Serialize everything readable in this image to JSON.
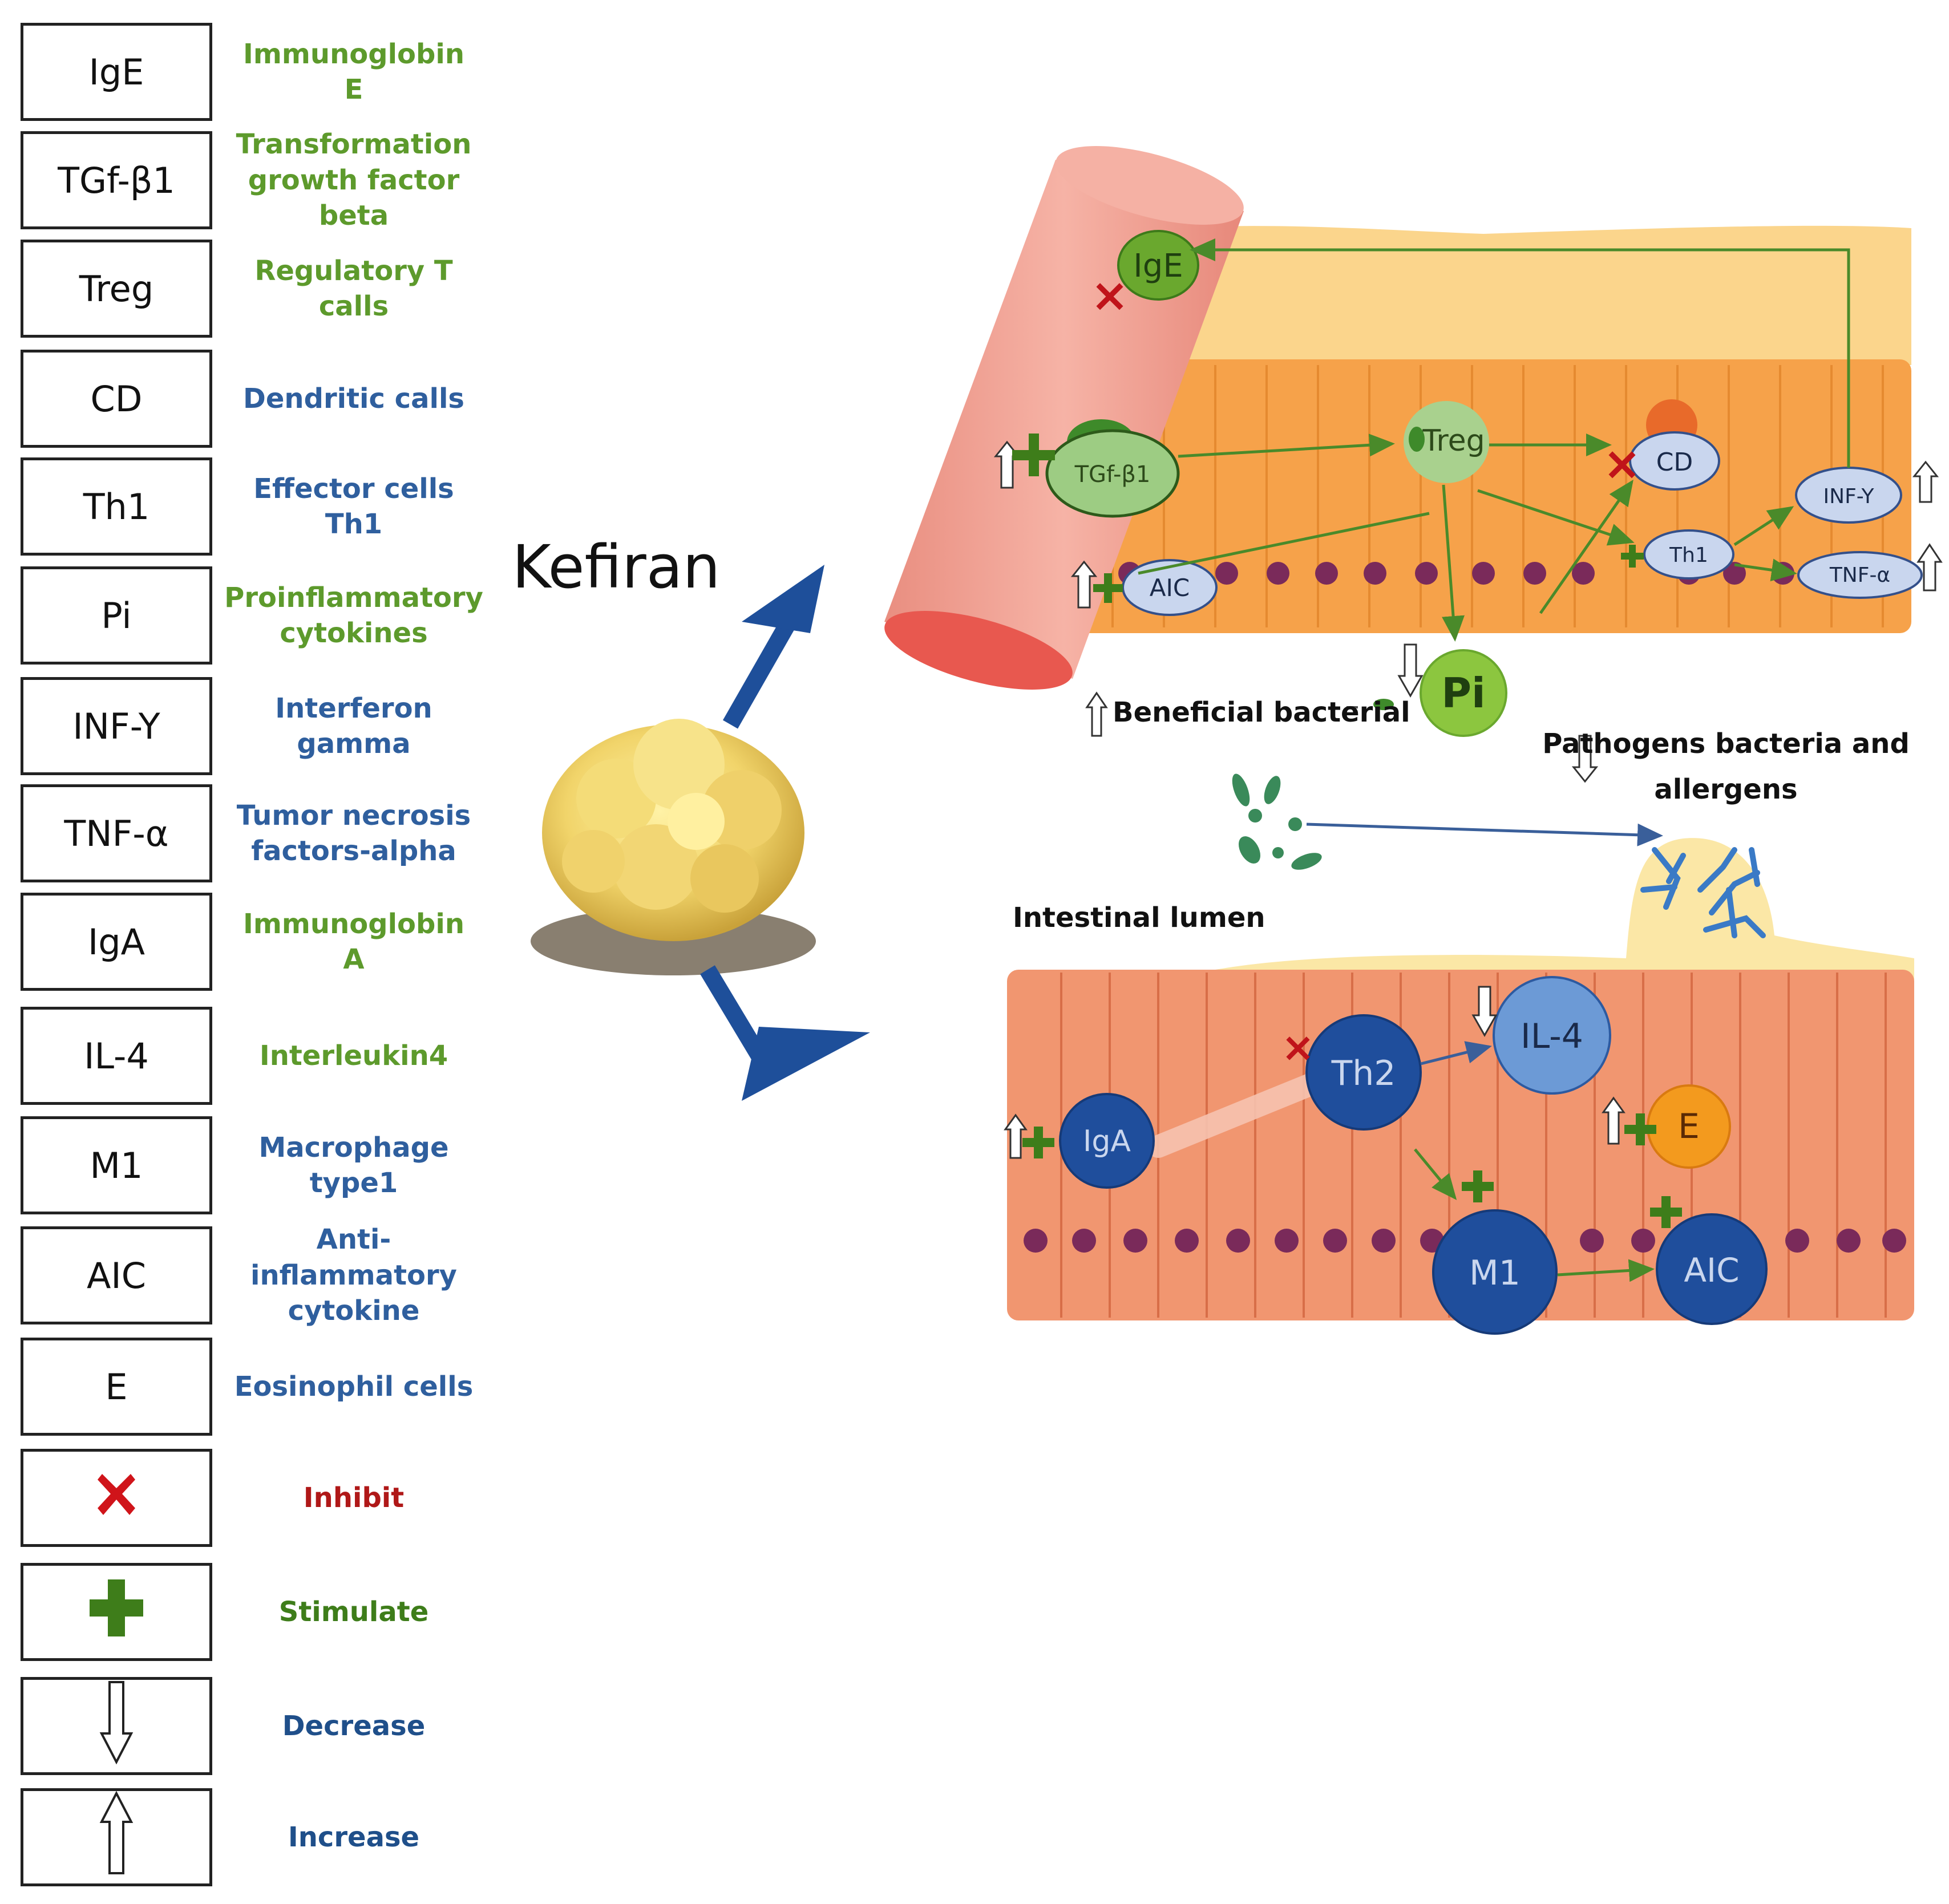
{
  "legend": [
    {
      "abbr": "IgE",
      "desc": "Immunoglobin E",
      "color": "#5d9a2c"
    },
    {
      "abbr": "TGf-β1",
      "desc": "Transformation growth factor beta",
      "color": "#5d9a2c"
    },
    {
      "abbr": "Treg",
      "desc": "Regulatory T calls",
      "color": "#5d9a2c"
    },
    {
      "abbr": "CD",
      "desc": "Dendritic calls",
      "color": "#2f5f9e"
    },
    {
      "abbr": "Th1",
      "desc": "Effector cells Th1",
      "color": "#2f5f9e"
    },
    {
      "abbr": "Pi",
      "desc": "Proinflammatory cytokines",
      "color": "#5d9a2c"
    },
    {
      "abbr": "INF-Y",
      "desc": "Interferon gamma",
      "color": "#2f5f9e"
    },
    {
      "abbr": "TNF-α",
      "desc": "Tumor necrosis factors-alpha",
      "color": "#2f5f9e"
    },
    {
      "abbr": "IgA",
      "desc": "Immunoglobin A",
      "color": "#5d9a2c"
    },
    {
      "abbr": "IL-4",
      "desc": "Interleukin4",
      "color": "#5d9a2c"
    },
    {
      "abbr": "M1",
      "desc": "Macrophage type1",
      "color": "#2f5f9e"
    },
    {
      "abbr": "AIC",
      "desc": "Anti-inflammatory cytokine",
      "color": "#2f5f9e"
    },
    {
      "abbr": "E",
      "desc": "Eosinophil cells",
      "color": "#2f5f9e"
    },
    {
      "abbr": "",
      "desc": "Inhibit",
      "color": "#b01818",
      "icon": "inhibit-x-icon"
    },
    {
      "abbr": "",
      "desc": "Stimulate",
      "color": "#3e7d1a",
      "icon": "stimulate-plus-icon"
    },
    {
      "abbr": "",
      "desc": "Decrease",
      "color": "#1f4f8a",
      "icon": "decrease-arrow-icon"
    },
    {
      "abbr": "",
      "desc": "Increase",
      "color": "#1f4f8a",
      "icon": "increase-arrow-icon"
    }
  ],
  "diagram": {
    "title": "Kefiran",
    "nodes": {
      "ige": "IgE",
      "tgf": "TGf-β1",
      "treg": "Treg",
      "cd": "CD",
      "inf": "INF-Y",
      "th1": "Th1",
      "tnf": "TNF-α",
      "aic_top": "AIC",
      "pi": "Pi",
      "iga": "IgA",
      "th2": "Th2",
      "il4": "IL-4",
      "e": "E",
      "m1": "M1",
      "aic_bottom": "AIC"
    },
    "labels": {
      "beneficial": "Beneficial bacterial",
      "pathogens_1": "Pathogens bacteria and",
      "pathogens_2": "allergens",
      "lumen": "Intestinal lumen"
    },
    "colors": {
      "green_node": "#8cc63f",
      "light_green_node": "#a9d18e",
      "pale_blue_node": "#c9d6ee",
      "dark_blue_node": "#1f4e9c",
      "orange_node": "#f39a1e",
      "top_tissue": "#f6a24a",
      "bottom_tissue": "#f19670",
      "blood_vessel": "#f2a899",
      "arrow_green": "#4a8a2a",
      "arrow_blue": "#1e4f9a",
      "inhibit_red": "#c0141a"
    }
  }
}
